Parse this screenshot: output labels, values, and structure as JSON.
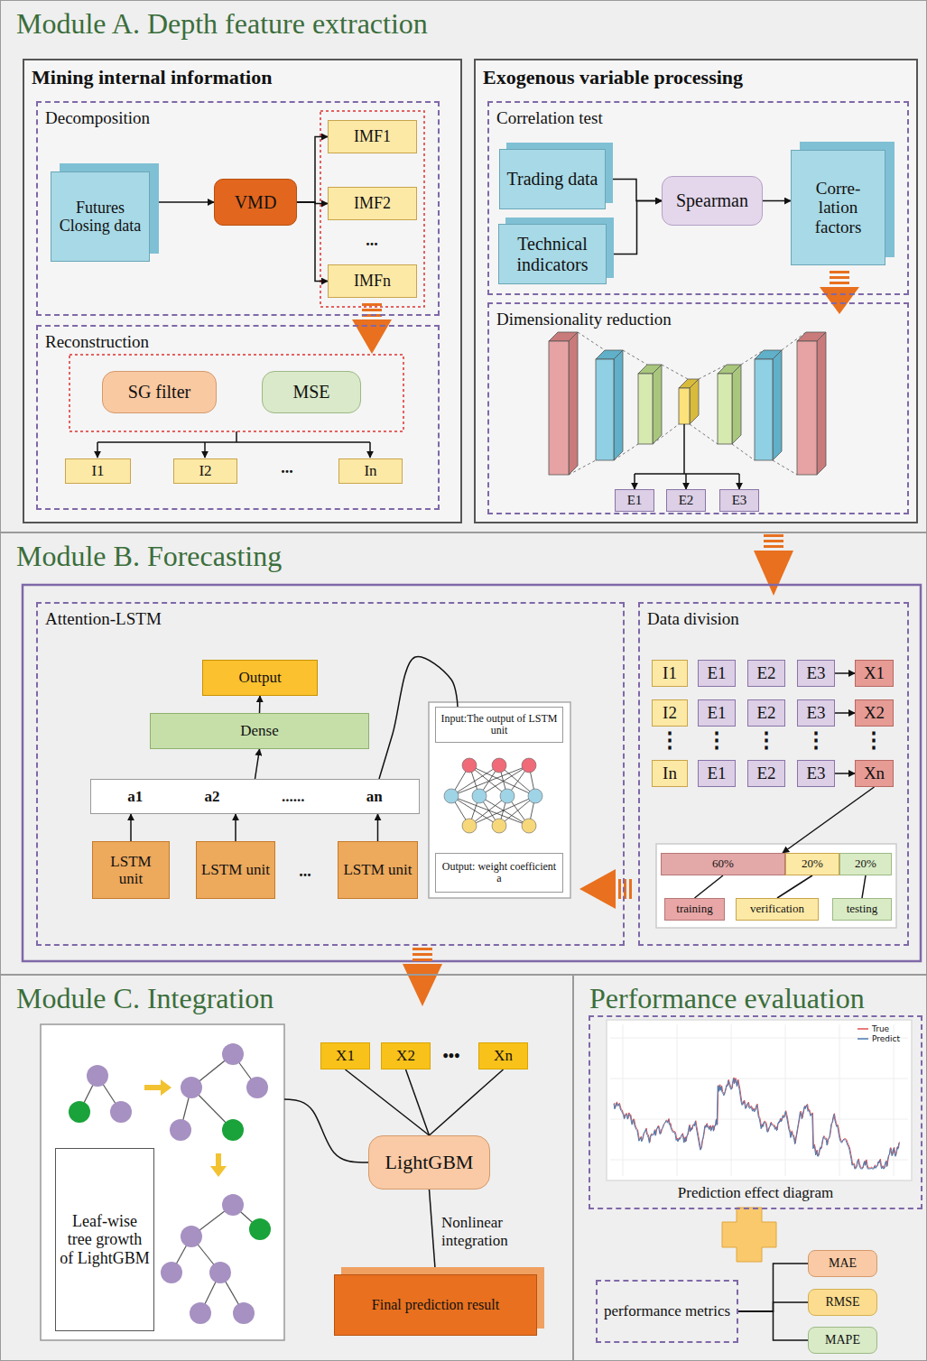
{
  "diagram": {
    "nodes": [
      {
        "text": [
          "Module A. Depth feature extraction"
        ]
      },
      {
        "text": [
          "Mining internal information"
        ],
        "in": 0
      },
      {
        "text": [
          "Decomposition"
        ],
        "in": 1
      },
      {
        "text": [
          "Futures Closing data"
        ],
        "in": 2
      },
      {
        "text": [
          "VMD"
        ],
        "in": 2
      },
      {
        "text": [
          "IMF1"
        ],
        "in": 2
      },
      {
        "text": [
          "IMF2"
        ],
        "in": 2
      },
      {
        "text": [
          "IMFn"
        ],
        "in": 2
      },
      {
        "text": [
          "Reconstruction"
        ],
        "in": 1
      },
      {
        "text": [
          "SG filter"
        ],
        "in": 8
      },
      {
        "text": [
          "MSE"
        ],
        "in": 8
      },
      {
        "text": [
          "I1"
        ],
        "in": 8
      },
      {
        "text": [
          "I2"
        ],
        "in": 8
      },
      {
        "text": [
          "In"
        ],
        "in": 8
      },
      {
        "text": [
          "Exogenous variable processing"
        ],
        "in": 0
      },
      {
        "text": [
          "Correlation test"
        ],
        "in": 14
      },
      {
        "text": [
          "Trading data"
        ],
        "in": 15
      },
      {
        "text": [
          "Technical indicators"
        ],
        "in": 15
      },
      {
        "text": [
          "Spearman"
        ],
        "in": 15
      },
      {
        "text": [
          "Corre- lation factors"
        ],
        "in": 15
      },
      {
        "text": [
          "Dimensionality reduction"
        ],
        "in": 14
      },
      {
        "text": [
          "E1"
        ],
        "in": 20
      },
      {
        "text": [
          "E2"
        ],
        "in": 20
      },
      {
        "text": [
          "E3"
        ],
        "in": 20
      },
      {
        "text": [
          "Module B. Forecasting"
        ]
      },
      {
        "text": [
          "Attention-LSTM"
        ],
        "in": 24
      },
      {
        "text": [
          "Output"
        ],
        "in": 25
      },
      {
        "text": [
          "Dense"
        ],
        "in": 25
      },
      {
        "text": [
          "a1",
          "a2",
          "......",
          "an"
        ],
        "in": 25
      },
      {
        "text": [
          "LSTM unit"
        ],
        "in": 25
      },
      {
        "text": [
          "LSTM unit"
        ],
        "in": 25
      },
      {
        "text": [
          "LSTM unit"
        ],
        "in": 25
      },
      {
        "text": [
          "Input:The output of LSTM unit"
        ],
        "in": 25
      },
      {
        "text": [
          "Output: weight coefficient a"
        ],
        "in": 25
      },
      {
        "text": [
          "Data division"
        ],
        "in": 24
      },
      {
        "text": [
          "I1"
        ],
        "in": 34
      },
      {
        "text": [
          "E1"
        ],
        "in": 34
      },
      {
        "text": [
          "E2"
        ],
        "in": 34
      },
      {
        "text": [
          "E3"
        ],
        "in": 34
      },
      {
        "text": [
          "X1"
        ],
        "in": 34
      },
      {
        "text": [
          "I2"
        ],
        "in": 34
      },
      {
        "text": [
          "E1"
        ],
        "in": 34
      },
      {
        "text": [
          "E2"
        ],
        "in": 34
      },
      {
        "text": [
          "E3"
        ],
        "in": 34
      },
      {
        "text": [
          "X2"
        ],
        "in": 34
      },
      {
        "text": [
          "In"
        ],
        "in": 34
      },
      {
        "text": [
          "E1"
        ],
        "in": 34
      },
      {
        "text": [
          "E2"
        ],
        "in": 34
      },
      {
        "text": [
          "E3"
        ],
        "in": 34
      },
      {
        "text": [
          "Xn"
        ],
        "in": 34
      },
      {
        "text": [
          "60%"
        ],
        "in": 34
      },
      {
        "text": [
          "20%"
        ],
        "in": 34
      },
      {
        "text": [
          "20%"
        ],
        "in": 34
      },
      {
        "text": [
          "training"
        ],
        "in": 34
      },
      {
        "text": [
          "verification"
        ],
        "in": 34
      },
      {
        "text": [
          "testing"
        ],
        "in": 34
      },
      {
        "text": [
          "Module C. Integration"
        ]
      },
      {
        "text": [
          "Leaf-wise tree growth of LightGBM"
        ],
        "in": 56
      },
      {
        "text": [
          "X1"
        ],
        "in": 56
      },
      {
        "text": [
          "X2"
        ],
        "in": 56
      },
      {
        "text": [
          "Xn"
        ],
        "in": 56
      },
      {
        "text": [
          "LightGBM"
        ],
        "in": 56
      },
      {
        "text": [
          "Final prediction result"
        ],
        "in": 56
      },
      {
        "text": [
          "Performance evaluation"
        ]
      },
      {
        "text": [
          "Prediction effect diagram"
        ],
        "in": 63
      },
      {
        "text": [
          "performance metrics"
        ],
        "in": 63
      },
      {
        "text": [
          "MAE"
        ],
        "in": 63
      },
      {
        "text": [
          "RMSE"
        ],
        "in": 63
      },
      {
        "text": [
          "MAPE"
        ],
        "in": 63
      }
    ],
    "edges": [
      {
        "from": 3,
        "to": 4,
        "arrow": "to"
      },
      {
        "from": 4,
        "to": 5,
        "arrow": "to"
      },
      {
        "from": 4,
        "to": 6,
        "arrow": "to"
      },
      {
        "from": 4,
        "to": 7,
        "arrow": "to"
      },
      {
        "from": 16,
        "to": 18,
        "arrow": "to"
      },
      {
        "from": 17,
        "to": 18,
        "arrow": "to"
      },
      {
        "from": 18,
        "to": 19,
        "arrow": "to"
      },
      {
        "from": 29,
        "to": 28,
        "arrow": "to"
      },
      {
        "from": 30,
        "to": 28,
        "arrow": "to"
      },
      {
        "from": 31,
        "to": 28,
        "arrow": "to"
      },
      {
        "from": 28,
        "to": 27,
        "arrow": "to"
      },
      {
        "from": 27,
        "to": 26,
        "arrow": "to"
      },
      {
        "from": 28,
        "to": 32,
        "arrow": "none"
      },
      {
        "from": 38,
        "to": 39,
        "arrow": "to"
      },
      {
        "from": 43,
        "to": 44,
        "arrow": "to"
      },
      {
        "from": 48,
        "to": 49,
        "arrow": "to"
      },
      {
        "from": 49,
        "to": 50,
        "arrow": "to"
      },
      {
        "from": 50,
        "to": 53,
        "arrow": "none"
      },
      {
        "from": 51,
        "to": 54,
        "arrow": "none"
      },
      {
        "from": 52,
        "to": 55,
        "arrow": "none"
      },
      {
        "from": 58,
        "to": 61,
        "arrow": "none"
      },
      {
        "from": 59,
        "to": 61,
        "arrow": "none"
      },
      {
        "from": 60,
        "to": 61,
        "arrow": "none"
      },
      {
        "from": 61,
        "to": 62,
        "label": "Nonlinear integration",
        "arrow": "to"
      },
      {
        "from": 65,
        "to": 66,
        "arrow": "none"
      },
      {
        "from": 65,
        "to": 67,
        "arrow": "none"
      },
      {
        "from": 65,
        "to": 68,
        "arrow": "none"
      }
    ],
    "labels": [
      "...",
      "...",
      "...",
      "⋮",
      "⋮",
      "⋮",
      "⋮",
      "⋮",
      "•••"
    ],
    "legend": [
      {
        "text": "True"
      },
      {
        "text": "Predict"
      }
    ]
  }
}
